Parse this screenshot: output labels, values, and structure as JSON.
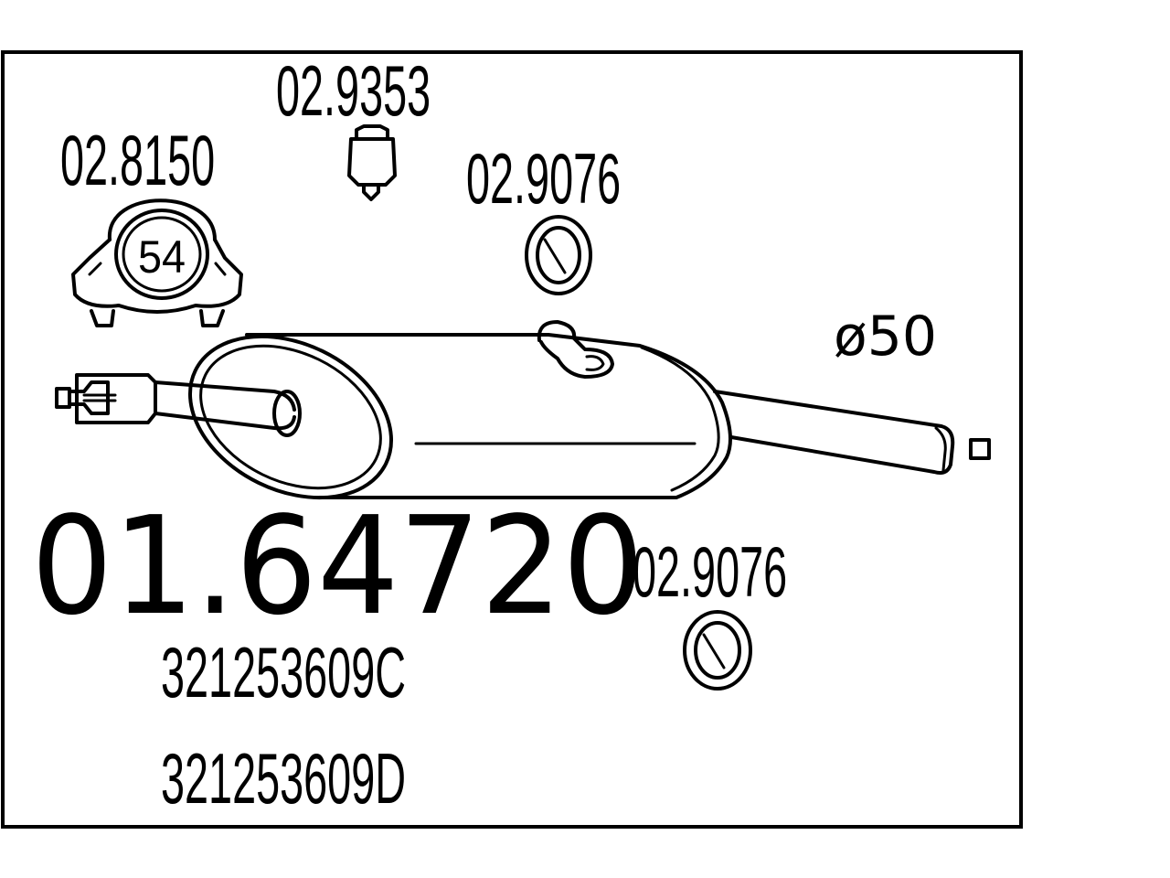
{
  "part_number": "01.64720",
  "oem_numbers": [
    "321253609C",
    "321253609D"
  ],
  "diameter_label": "ø50",
  "clamp": {
    "code": "02.8150",
    "size": "54"
  },
  "rubber_hanger": {
    "code": "02.9353"
  },
  "ring_top": {
    "code": "02.9076"
  },
  "ring_bottom": {
    "code": "02.9076"
  }
}
